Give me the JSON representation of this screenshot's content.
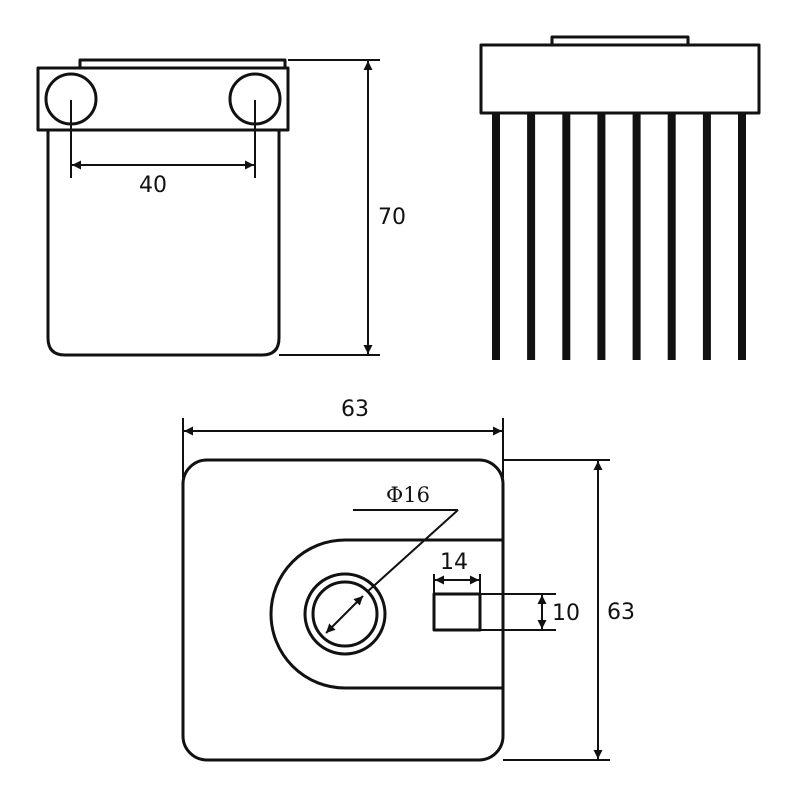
{
  "drawing": {
    "front_view": {
      "hole_spacing": "40",
      "height": "70"
    },
    "top_view": {
      "width": "63",
      "depth": "63",
      "bore_diameter": "Φ16",
      "slot_width": "14",
      "slot_height": "10"
    },
    "side_view": {
      "tine_count": 8
    }
  }
}
